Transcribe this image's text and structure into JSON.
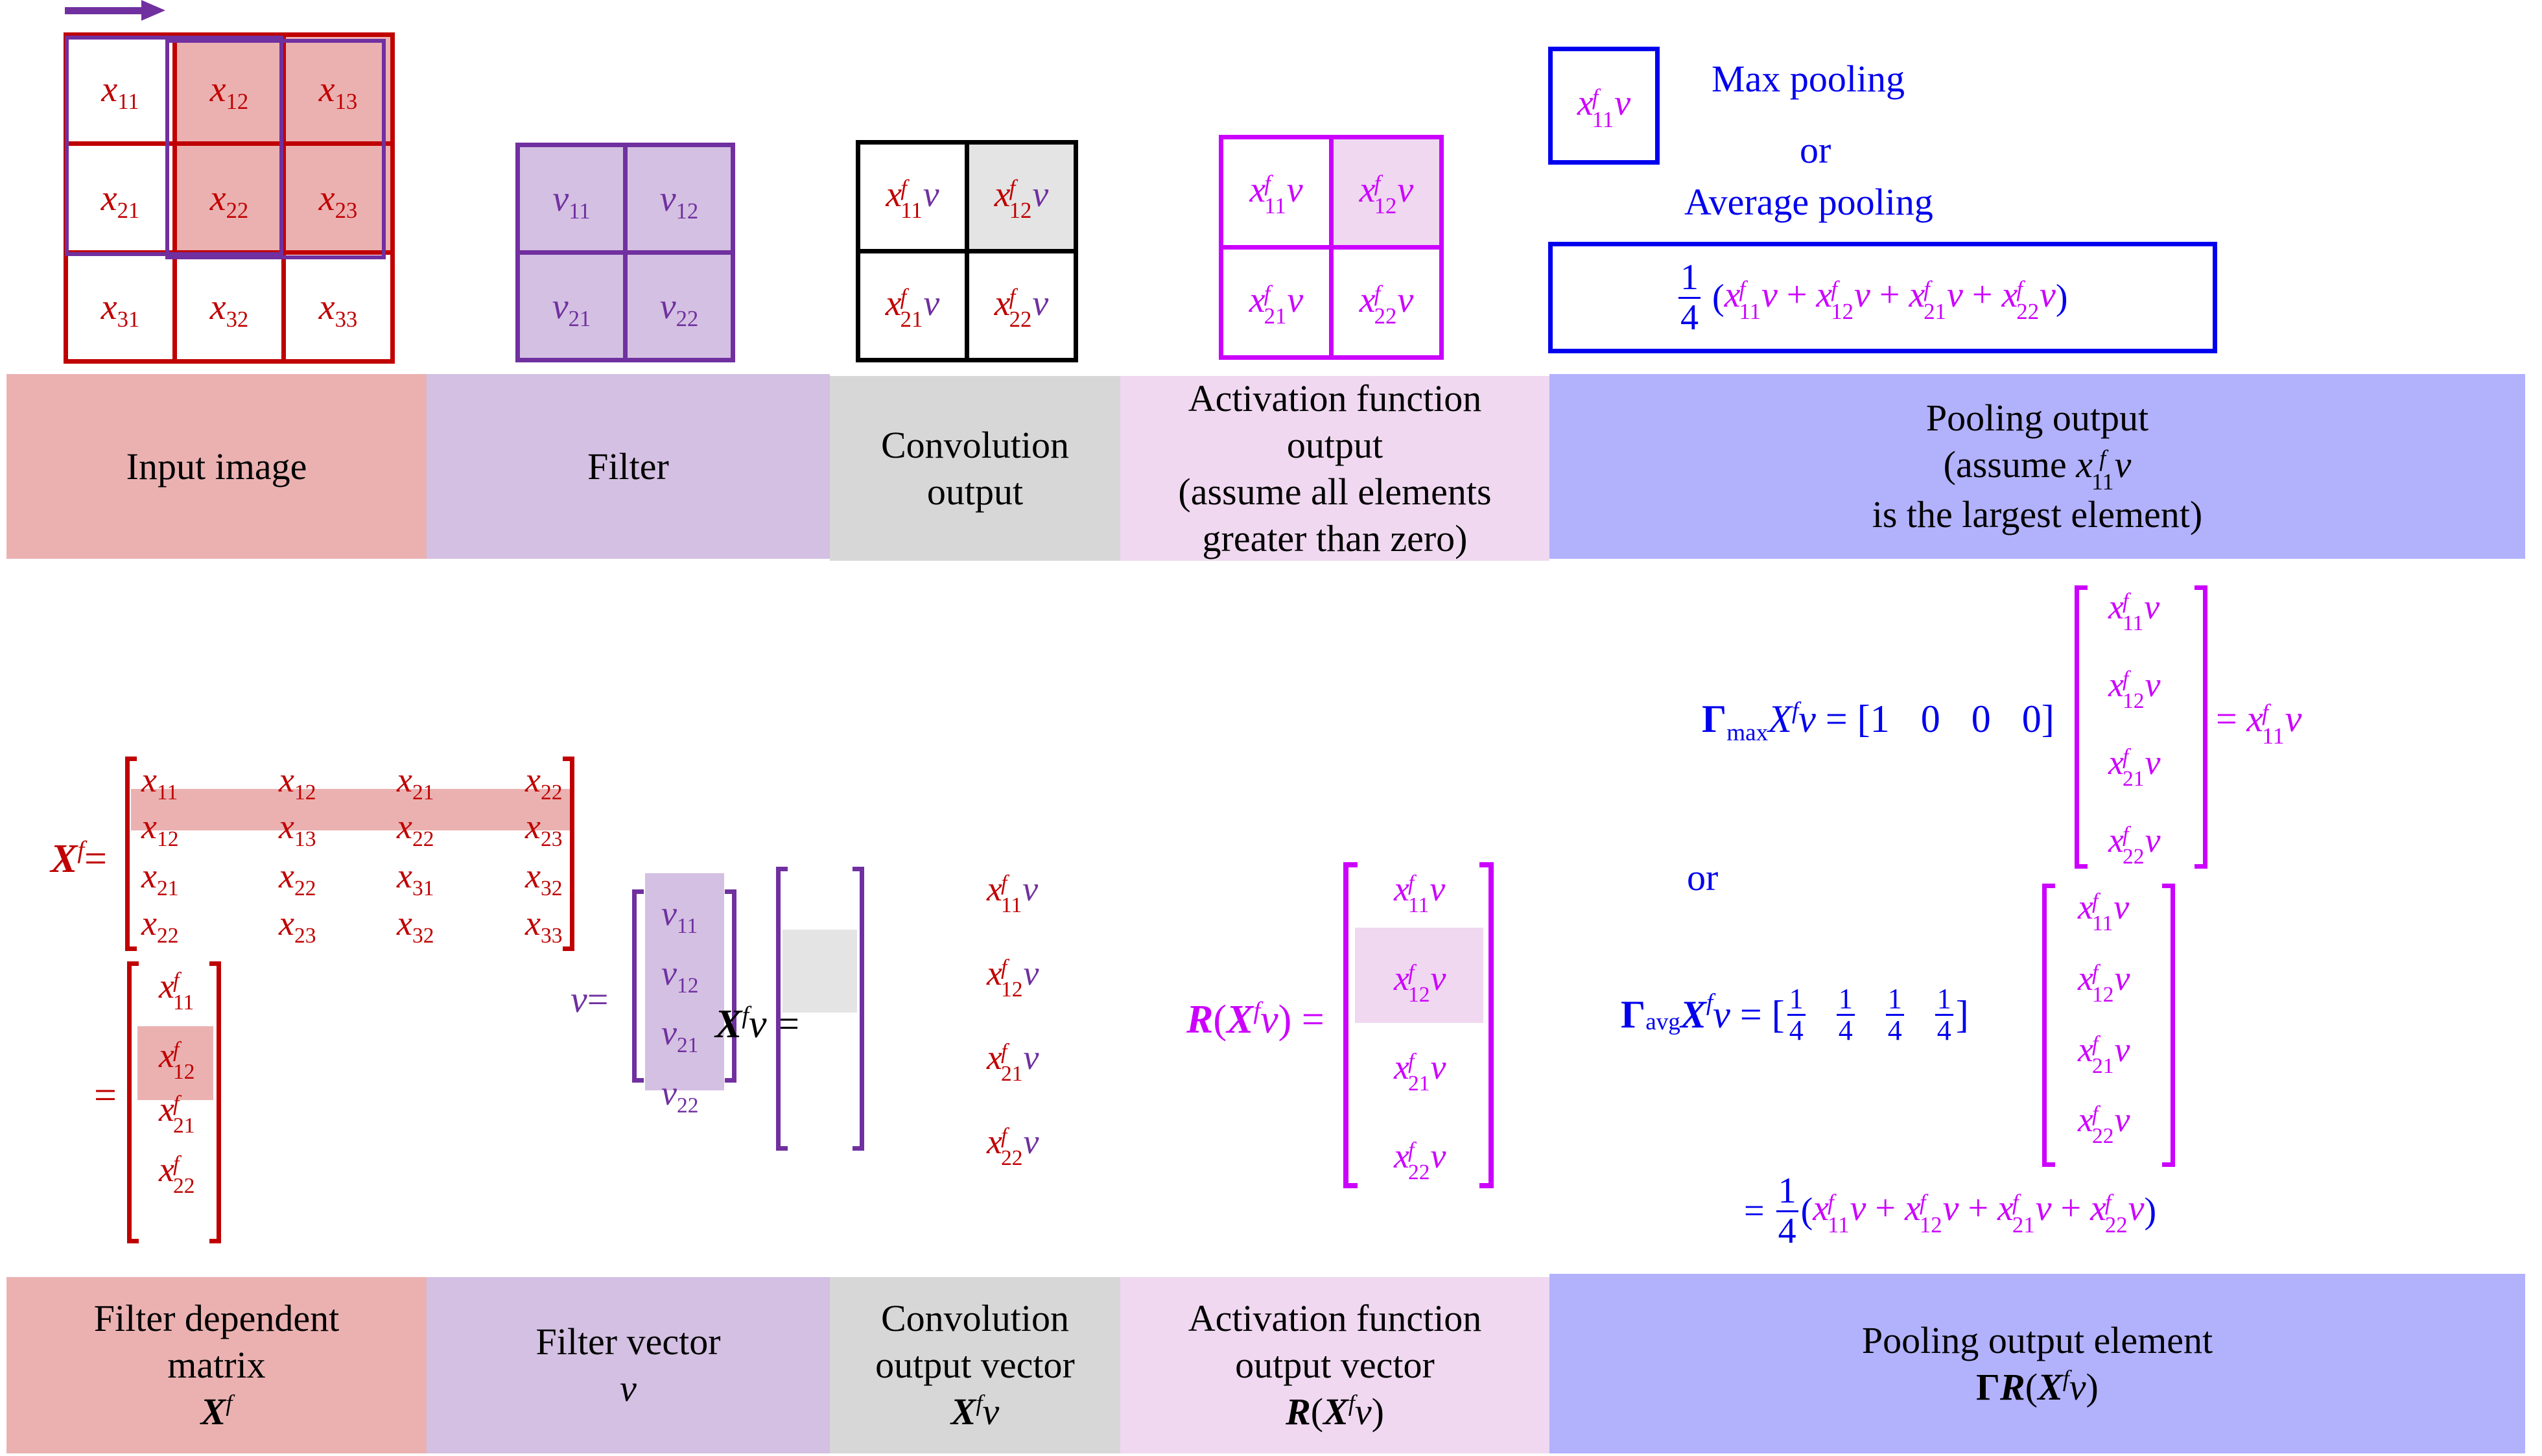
{
  "diagram": {
    "title": "Convolution, activation and pooling pipeline (matrix form)",
    "colors": {
      "input": "#EBB1B1",
      "filter": "#D4C0E2",
      "conv": "#D7D7D7",
      "activation": "#EFD8F0",
      "pooling": "#B2B1FC",
      "red": "#C00000",
      "purple": "#7030A0",
      "magenta": "#CC00FF",
      "blue": "#0000EE"
    },
    "stride_arrow": "right-arrow-icon",
    "input_image": {
      "cells": [
        [
          "x",
          "11"
        ],
        [
          "x",
          "12"
        ],
        [
          "x",
          "13"
        ],
        [
          "x",
          "21"
        ],
        [
          "x",
          "22"
        ],
        [
          "x",
          "23"
        ],
        [
          "x",
          "31"
        ],
        [
          "x",
          "32"
        ],
        [
          "x",
          "33"
        ]
      ],
      "highlighted": [
        "12",
        "13",
        "22",
        "23"
      ]
    },
    "filter": {
      "cells": [
        [
          "v",
          "11"
        ],
        [
          "v",
          "12"
        ],
        [
          "v",
          "21"
        ],
        [
          "v",
          "22"
        ]
      ]
    },
    "conv_output": {
      "cells": [
        "11",
        "12",
        "21",
        "22"
      ],
      "highlighted": "12"
    },
    "activation_output": {
      "cells": [
        "11",
        "12",
        "21",
        "22"
      ],
      "highlighted": "12"
    },
    "pooling_top": {
      "max_cell": "11",
      "max_label": "Max pooling",
      "or_label": "or",
      "avg_label": "Average pooling",
      "avg_fraction": {
        "num": "1",
        "den": "4"
      },
      "avg_terms": [
        "11",
        "12",
        "21",
        "22"
      ],
      "plus": "+"
    },
    "top_labels": [
      {
        "lines": [
          "Input image"
        ]
      },
      {
        "lines": [
          "Filter"
        ]
      },
      {
        "lines": [
          "Convolution",
          "output"
        ]
      },
      {
        "lines": [
          "Activation function",
          "output",
          "(assume all elements",
          "greater than zero)"
        ]
      },
      {
        "lines": [
          "Pooling output",
          "(assume ",
          "is the largest element)"
        ],
        "inline_term": "11"
      }
    ],
    "filter_matrix": {
      "lhs": "X",
      "lhs_sup": "f",
      "eq": "=",
      "rows": [
        [
          "11",
          "12",
          "21",
          "22"
        ],
        [
          "12",
          "13",
          "22",
          "23"
        ],
        [
          "21",
          "22",
          "31",
          "32"
        ],
        [
          "22",
          "23",
          "32",
          "33"
        ]
      ],
      "highlighted_row": 1,
      "vector_rows": [
        "11",
        "12",
        "21",
        "22"
      ],
      "vector_highlighted": "12"
    },
    "filter_vector": {
      "lhs": "v",
      "eq": "=",
      "rows": [
        "11",
        "12",
        "21",
        "22"
      ]
    },
    "conv_vector": {
      "lhs_X": "X",
      "lhs_sup": "f",
      "lhs_v": "v",
      "eq": "=",
      "rows": [
        "11",
        "12",
        "21",
        "22"
      ],
      "highlighted": "12"
    },
    "act_vector": {
      "lhs_R": "R",
      "lhs_X": "X",
      "lhs_sup": "f",
      "lhs_v": "v",
      "eq": "=",
      "rows": [
        "11",
        "12",
        "21",
        "22"
      ],
      "highlighted": "12"
    },
    "pool_equations": {
      "gamma": "Γ",
      "max_sub": "max",
      "avg_sub": "avg",
      "max_row": [
        "1",
        "0",
        "0",
        "0"
      ],
      "avg_row": [
        {
          "num": "1",
          "den": "4"
        },
        {
          "num": "1",
          "den": "4"
        },
        {
          "num": "1",
          "den": "4"
        },
        {
          "num": "1",
          "den": "4"
        }
      ],
      "vector_rows": [
        "11",
        "12",
        "21",
        "22"
      ],
      "max_result": "11",
      "or_label": "or",
      "avg_result_fraction": {
        "num": "1",
        "den": "4"
      },
      "avg_result_terms": [
        "11",
        "12",
        "21",
        "22"
      ]
    },
    "bottom_labels": [
      {
        "lines": [
          "Filter dependent",
          "matrix"
        ],
        "symbol": "Xf"
      },
      {
        "lines": [
          "Filter vector"
        ],
        "symbol": "v"
      },
      {
        "lines": [
          "Convolution",
          "output vector"
        ],
        "symbol": "Xfv"
      },
      {
        "lines": [
          "Activation function",
          "output vector"
        ],
        "symbol": "R(Xfv)"
      },
      {
        "lines": [
          "Pooling output element"
        ],
        "symbol": "ΓR(Xfv)"
      }
    ],
    "symbols": {
      "x": "x",
      "v": "v",
      "f": "f",
      "X": "X",
      "R": "R",
      "lp": "(",
      "rp": ")",
      "lb": "[",
      "rb": "]"
    }
  }
}
